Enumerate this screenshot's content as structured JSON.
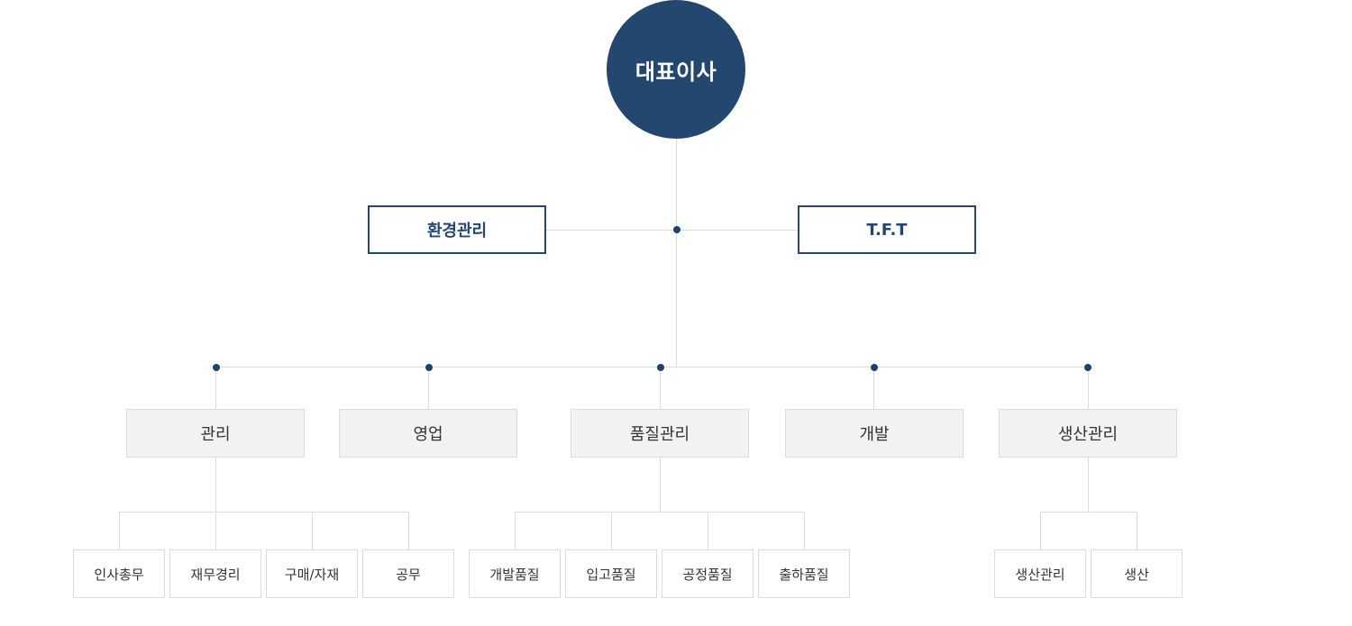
{
  "ceo": {
    "label": "대표이사"
  },
  "staff": [
    {
      "label": "환경관리"
    },
    {
      "label": "T.F.T"
    }
  ],
  "departments": [
    {
      "label": "관리",
      "teams": [
        "인사총무",
        "재무경리",
        "구매/자재",
        "공무"
      ]
    },
    {
      "label": "영업",
      "teams": []
    },
    {
      "label": "품질관리",
      "teams": [
        "개발품질",
        "입고품질",
        "공정품질",
        "출하품질"
      ]
    },
    {
      "label": "개발",
      "teams": []
    },
    {
      "label": "생산관리",
      "teams": [
        "생산관리",
        "생산"
      ]
    }
  ],
  "colors": {
    "primary": "#23476f",
    "line": "#dcdcdc",
    "dept_fill": "#f2f2f2"
  }
}
